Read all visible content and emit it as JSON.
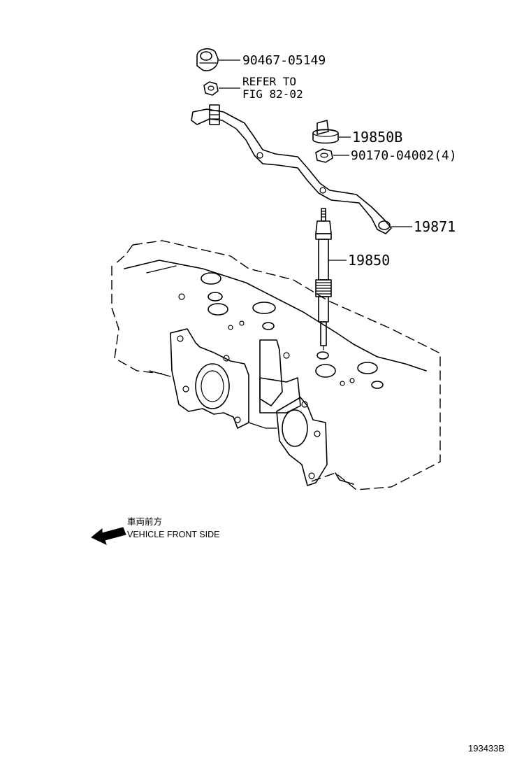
{
  "callouts": {
    "nut_top": "90467-05149",
    "refer_line1": "REFER TO",
    "refer_line2": "FIG 82-02",
    "sub_assy": "19850B",
    "nut_small": "90170-04002(4)",
    "connector": "19871",
    "glow_plug": "19850"
  },
  "orientation": {
    "japanese": "車両前方",
    "english": "VEHICLE FRONT SIDE",
    "arrow_icon": "left-arrow-icon"
  },
  "illustration_id": "193433B"
}
